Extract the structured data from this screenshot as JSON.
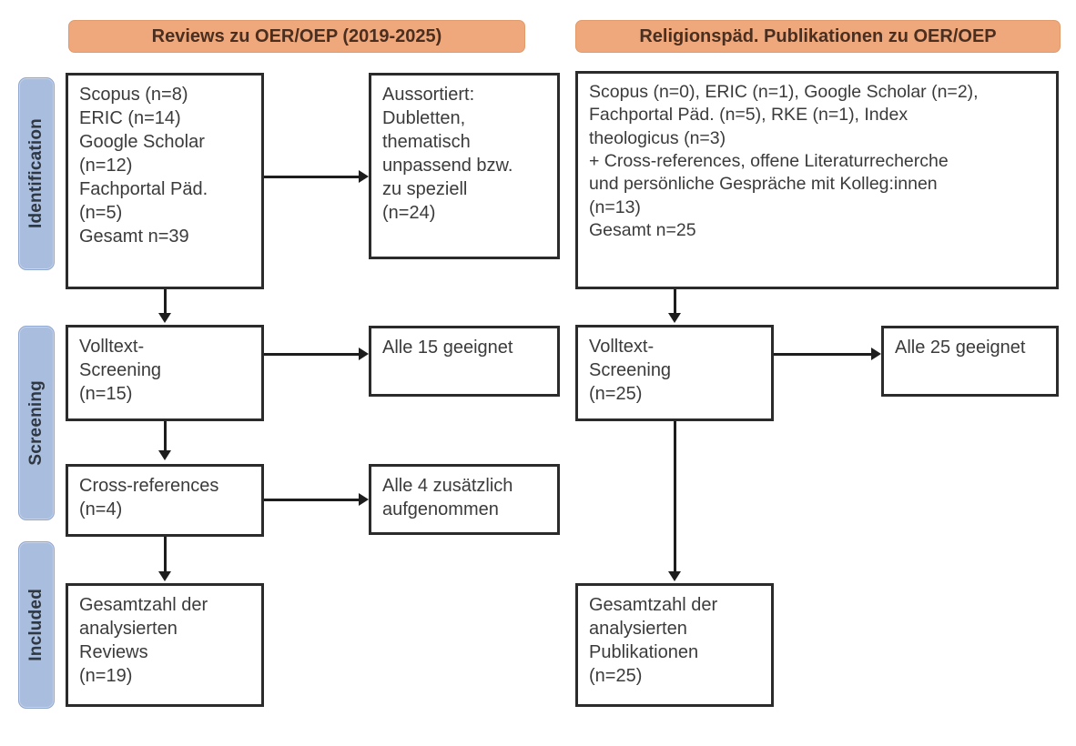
{
  "phases": [
    {
      "label": "Identification"
    },
    {
      "label": "Screening"
    },
    {
      "label": "Included"
    }
  ],
  "columns": {
    "left": {
      "header": "Reviews zu OER/OEP (2019-2025)",
      "boxes": {
        "sources": "Scopus (n=8)\nERIC (n=14)\nGoogle Scholar\n(n=12)\nFachportal Päd.\n(n=5)\nGesamt n=39",
        "excluded": "Aussortiert:\nDubletten,\nthematisch\nunpassend bzw.\nzu speziell\n(n=24)",
        "fulltext": "Volltext-\nScreening\n(n=15)",
        "fulltext_result": "Alle 15 geeignet",
        "crossrefs": "Cross-references\n(n=4)",
        "crossrefs_result": "Alle 4 zusätzlich\naufgenommen",
        "included": "Gesamtzahl der\nanalysierten\nReviews\n(n=19)"
      }
    },
    "right": {
      "header": "Religionspäd. Publikationen zu OER/OEP",
      "boxes": {
        "sources": "Scopus (n=0), ERIC (n=1), Google Scholar (n=2),\nFachportal Päd. (n=5), RKE (n=1), Index\ntheologicus (n=3)\n+ Cross-references, offene Literaturrecherche\nund persönliche Gespräche mit Kolleg:innen\n(n=13)\nGesamt n=25",
        "fulltext": "Volltext-\nScreening\n(n=25)",
        "fulltext_result": "Alle 25 geeignet",
        "included": "Gesamtzahl der\nanalysierten\nPublikationen\n(n=25)"
      }
    }
  },
  "colors": {
    "header_orange": "#efa87b",
    "phase_blue": "#a9bddf",
    "box_border": "#2b2b2b",
    "connector": "#1d1d1d",
    "background": "#ffffff"
  },
  "chart_data": {
    "type": "table",
    "title": "PRISMA flow diagram — OER/OEP literature selection",
    "phases": [
      "Identification",
      "Screening",
      "Included"
    ],
    "streams": [
      {
        "name": "Reviews zu OER/OEP (2019-2025)",
        "identification": {
          "sources": [
            {
              "database": "Scopus",
              "n": 8
            },
            {
              "database": "ERIC",
              "n": 14
            },
            {
              "database": "Google Scholar",
              "n": 12
            },
            {
              "database": "Fachportal Päd.",
              "n": 5
            }
          ],
          "total": 39,
          "excluded": {
            "reasons": "Dubletten, thematisch unpassend bzw. zu speziell",
            "n": 24
          }
        },
        "screening": [
          {
            "step": "Volltext-Screening",
            "n": 15,
            "outcome": "Alle 15 geeignet"
          },
          {
            "step": "Cross-references",
            "n": 4,
            "outcome": "Alle 4 zusätzlich aufgenommen"
          }
        ],
        "included": {
          "label": "Gesamtzahl der analysierten Reviews",
          "n": 19
        }
      },
      {
        "name": "Religionspäd. Publikationen zu OER/OEP",
        "identification": {
          "sources": [
            {
              "database": "Scopus",
              "n": 0
            },
            {
              "database": "ERIC",
              "n": 1
            },
            {
              "database": "Google Scholar",
              "n": 2
            },
            {
              "database": "Fachportal Päd.",
              "n": 5
            },
            {
              "database": "RKE",
              "n": 1
            },
            {
              "database": "Index theologicus",
              "n": 3
            },
            {
              "database": "Cross-references, offene Literaturrecherche und persönliche Gespräche mit Kolleg:innen",
              "n": 13
            }
          ],
          "total": 25,
          "excluded": null
        },
        "screening": [
          {
            "step": "Volltext-Screening",
            "n": 25,
            "outcome": "Alle 25 geeignet"
          }
        ],
        "included": {
          "label": "Gesamtzahl der analysierten Publikationen",
          "n": 25
        }
      }
    ]
  }
}
